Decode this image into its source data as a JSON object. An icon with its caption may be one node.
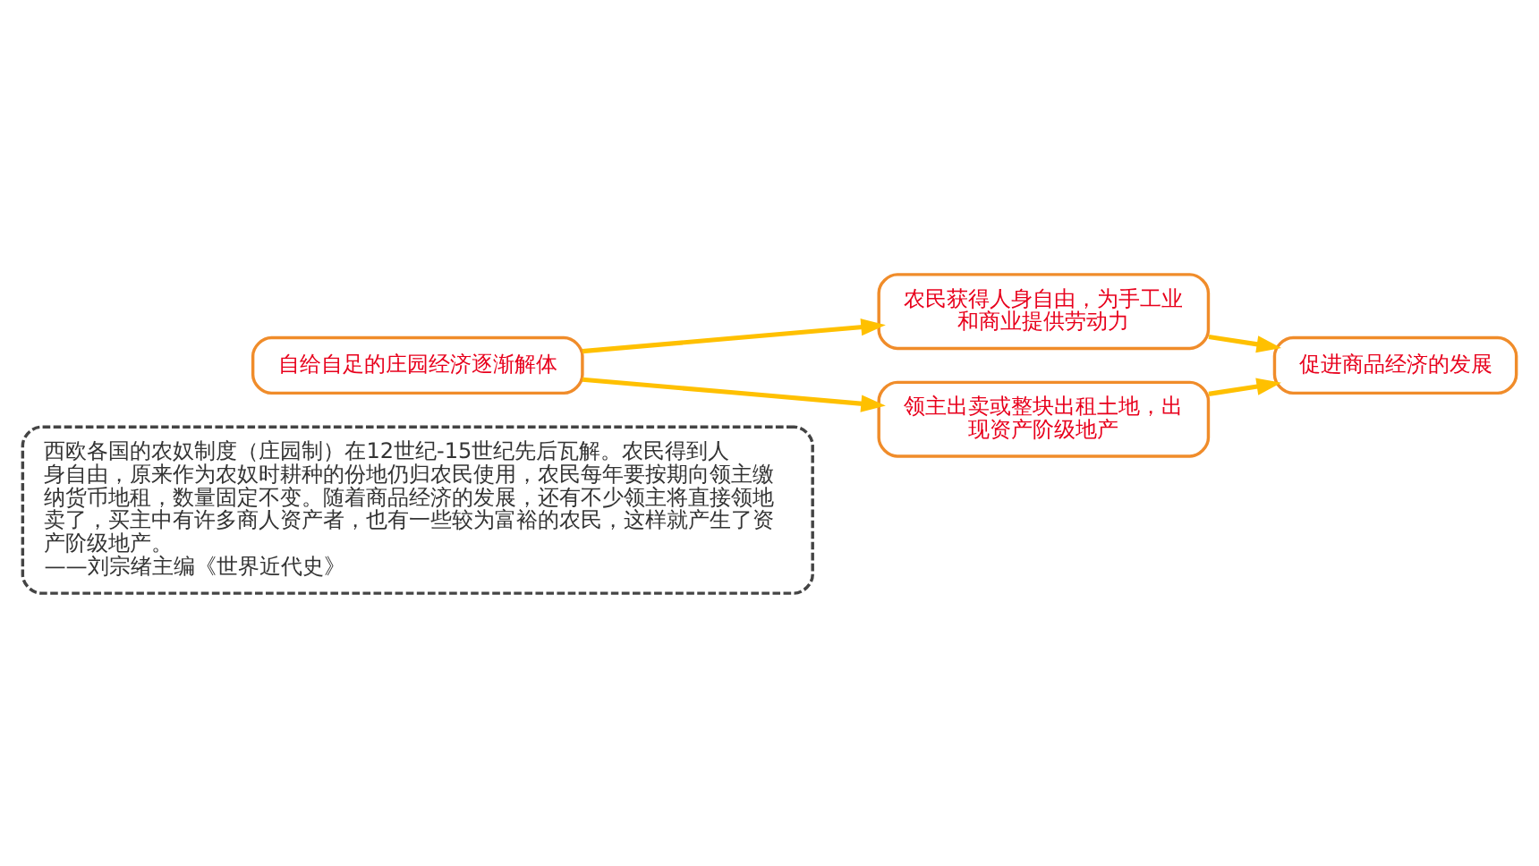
{
  "diagram": {
    "nodes": [
      {
        "text": [
          "西欧各国的农奴制度（庄园制）在12世纪-15世纪先后瓦解。农民得到人身自由，原来作为农奴时耕种的份地仍归农民使用，农民每年要按期向领主缴纳货币地租，数量固定不变。随着商品经济的发展，还有不少领主将直接领地卖了，买主中有许多商人资产者，也有一些较为富裕的农民，这样就产生了资产阶级地产。",
          "——刘宗绪主编《世界近代史》"
        ]
      },
      {
        "text": [
          "自给自足的庄园经济逐渐解体"
        ]
      },
      {
        "text": [
          "农民获得人身自由，为手工业和商业提供劳动力"
        ]
      },
      {
        "text": [
          "领主出卖或整块出租土地，出现资产阶级地产"
        ]
      },
      {
        "text": [
          "促进商品经济的发展"
        ]
      }
    ],
    "edges": [
      {
        "from": 1,
        "to": 2,
        "arrow": "to"
      },
      {
        "from": 1,
        "to": 3,
        "arrow": "to"
      },
      {
        "from": 2,
        "to": 4,
        "arrow": "to"
      },
      {
        "from": 3,
        "to": 4,
        "arrow": "to"
      }
    ]
  }
}
